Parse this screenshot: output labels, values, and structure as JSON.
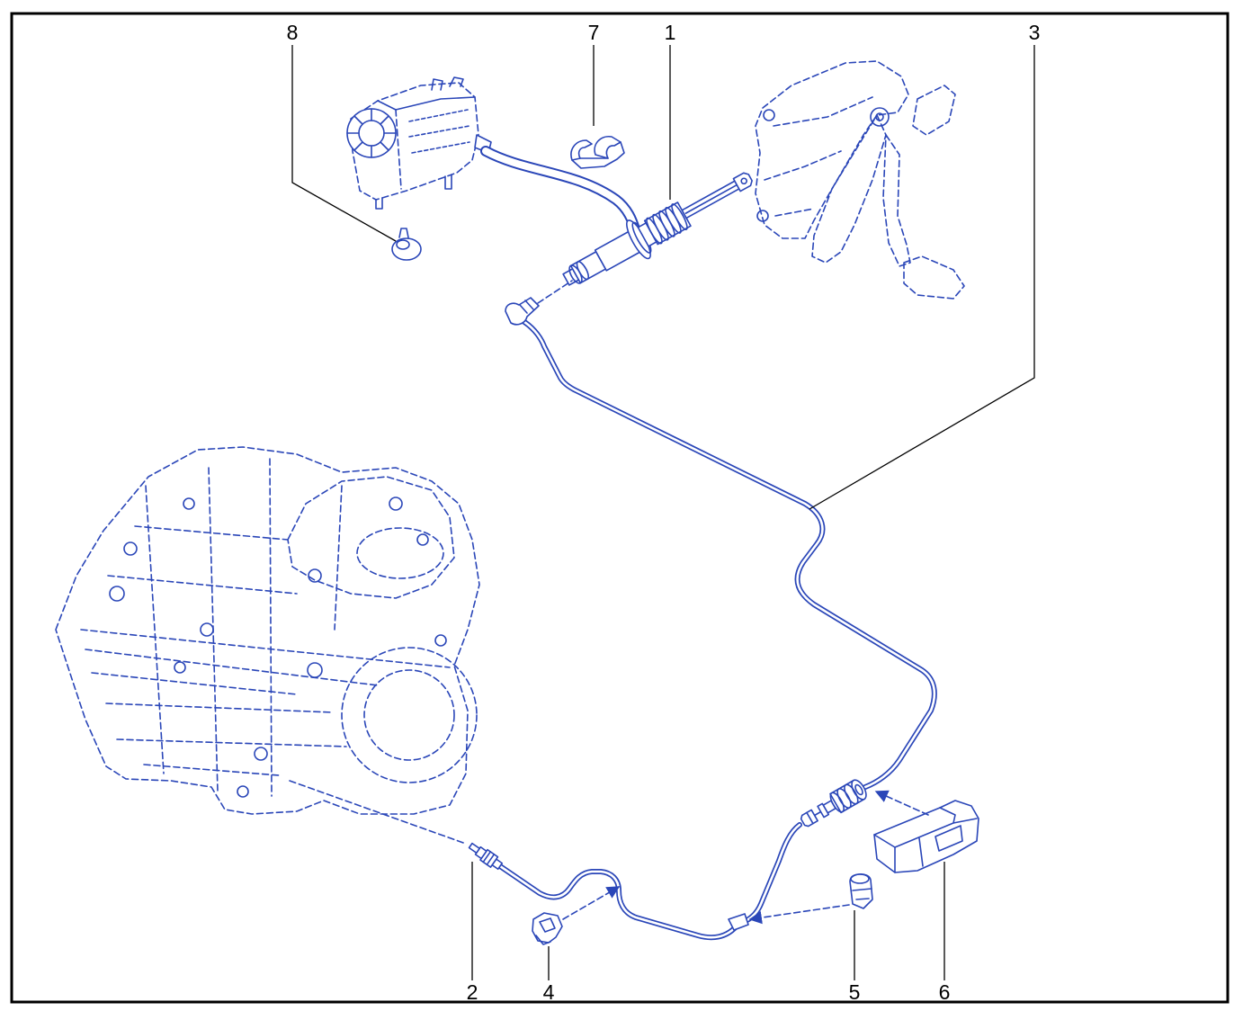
{
  "callouts": [
    "8",
    "7",
    "1",
    "3",
    "2",
    "4",
    "5",
    "6"
  ],
  "colors": {
    "diagram_line": "#2a46b8",
    "callout": "#000000",
    "frame": "#000000",
    "background": "#ffffff"
  }
}
